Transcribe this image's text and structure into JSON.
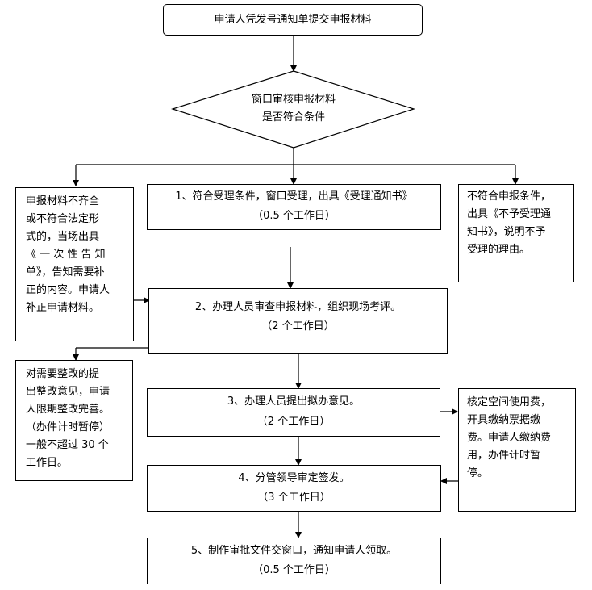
{
  "start": "申请人凭发号通知单提交申报材料",
  "decision": [
    "窗口审核申报材料",
    "是否符合条件"
  ],
  "step1": [
    "1、符合受理条件，窗口受理，出具《受理通知书》",
    "（0.5 个工作日）"
  ],
  "step2": [
    "2、办理人员审查申报材料，组织现场考评。",
    "（2 个工作日）"
  ],
  "step3": [
    "3、办理人员提出拟办意见。",
    "（2 个工作日）"
  ],
  "step4": [
    "4、分管领导审定签发。",
    "（3 个工作日）"
  ],
  "step5": [
    "5、制作审批文件交窗口，通知申请人领取。",
    "（0.5 个工作日）"
  ],
  "left_incomplete": [
    "申报材料不齐全",
    "或不符合法定形",
    "式的，当场出具",
    "《 一 次 性 告 知",
    "单》，告知需要补",
    "正的内容。申请人",
    "补正申请材料。"
  ],
  "left_rectify": [
    "对需要整改的提",
    "出整改意见，申请",
    "人限期整改完善。",
    "（办件计时暂停）",
    "一般不超过 30 个",
    "工作日。"
  ],
  "right_reject": [
    "不符合申报条件，",
    "出具《不予受理通",
    "知书》，说明不予",
    "受理的理由。"
  ],
  "right_fee": [
    "核定空间使用费，",
    "开具缴纳票据缴",
    "费。申请人缴纳费",
    "用，办件计时暂",
    "停。"
  ]
}
